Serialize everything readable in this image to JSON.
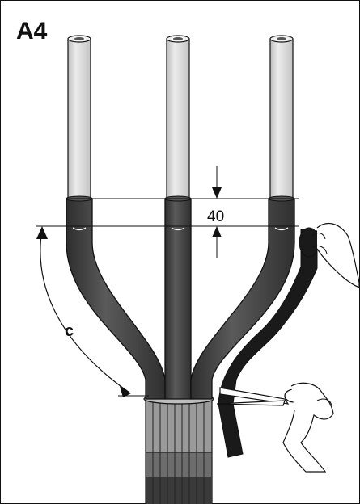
{
  "figure": {
    "step_label": "A4",
    "dimension_label": "40",
    "length_label": "c"
  },
  "colors": {
    "sheath": "#4a4a4a",
    "sheath_dark": "#2a2a2a",
    "insulation": "#d6d6d6",
    "tape": "#1a1a1a",
    "line": "#111111"
  }
}
